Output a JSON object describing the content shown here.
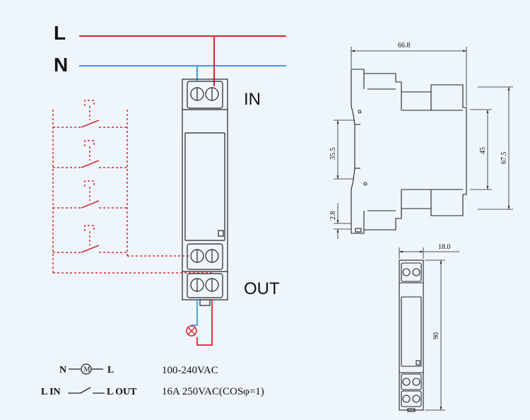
{
  "wiring": {
    "line_label": "L",
    "neutral_label": "N",
    "in_label": "IN",
    "out_label": "OUT",
    "colors": {
      "line": "#d9232e",
      "neutral": "#3aa0d8",
      "outline": "#222222"
    }
  },
  "legend": {
    "coil_left": "N",
    "coil_symbol": "M",
    "coil_right": "L",
    "coil_rating": "100-240VAC",
    "contact_left": "L IN",
    "contact_right": "L OUT",
    "contact_rating": "16A 250VAC(COSφ=1)"
  },
  "side_view_dims": {
    "width": "66.8",
    "height_outer": "67.5",
    "height_inner": "45",
    "height_left": "35.5",
    "foot": "2.8"
  },
  "front_view_dims": {
    "width": "18.0",
    "height": "90"
  }
}
